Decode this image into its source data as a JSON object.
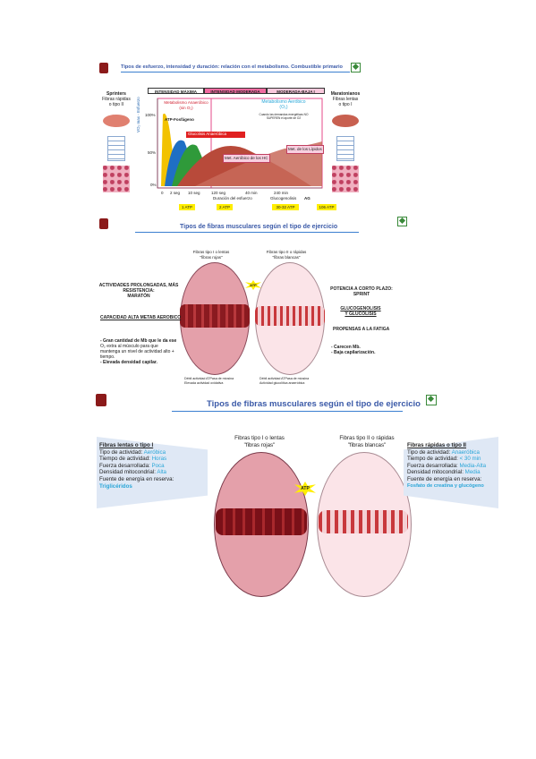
{
  "section1": {
    "title": "Tipos de esfuerzo, intensidad y duración: relación con el metabolismo. Combustible primario",
    "left_label": [
      "Sprinters",
      "Fibras rápidas",
      "o tipo II"
    ],
    "right_label": [
      "Maratonianos",
      "Fibras lentas",
      "o tipo I"
    ],
    "headers": [
      "INTENSIDAD MÁXIMA",
      "INTENSIDAD MODERADA",
      "MODERADA-BAJA I"
    ],
    "anaerobic": [
      "Metabolismo Anaeróbico",
      "(sin O₂)"
    ],
    "aerobic": [
      "Metabolismo Aeróbico",
      "(O₂)"
    ],
    "aerobic_note": "Cuando las demandas energéticas NO SUPEREN el aporte de O2",
    "atp_fosfageno": "ATP-Fosfágeno",
    "glucolisis": "Glucolisis Anaeróbica",
    "met_lipidos": "Met. de los Lípidos",
    "met_hc": "Met. Aeróbico de los HC",
    "y_axis": "VO₂ max - Esfuerzo",
    "y_ticks": [
      "100%",
      "50%",
      "0%"
    ],
    "x_ticks": [
      "0",
      "2 seg",
      "10 seg",
      "120 seg",
      "40 min",
      "240 min"
    ],
    "x_label": "Duración del esfuerzo",
    "glucogenolisis": "Glucogenolisis",
    "ag": "AG",
    "atp_boxes": [
      "1 ATP",
      "2 ATP",
      "30-32 ATP",
      "106 ATP"
    ]
  },
  "section2": {
    "title": "Tipos de fibras musculares según el tipo de ejercicio",
    "fiber1_label": [
      "Fibras tipo I o lentas",
      "\"fibras rojas\""
    ],
    "fiber2_label": [
      "Fibras tipo II o rápidas",
      "\"fibras blancas\""
    ],
    "atp": "ATP",
    "left_heading": [
      "ACTIVIDADES PROLONGADAS, MÁS",
      "RESISTENCIA:",
      "MARATÓN"
    ],
    "left_capacity": "CAPACIDAD ALTA METAB AEROBICO",
    "left_bullets": [
      "- Gran cantidad de Mb que le da ese",
      "O₂ extra al músculo para que",
      "mantenga un nivel de actividad alto +",
      "tiempo.",
      "- Elevada densidad capilar."
    ],
    "right_heading": [
      "POTENCIA A CORTO PLAZO:",
      "SPRINT"
    ],
    "right_glyco": [
      "GLUCOGENOLISIS",
      "Y GLUCOLISIS"
    ],
    "right_fatigue": "PROPENSAS A LA FATIGA",
    "right_bullets": [
      "- Carecen Mb.",
      "- Baja capilarización."
    ],
    "caption1": [
      "Débil actividad ATPasa de miosina",
      "Elevada actividad oxidativa"
    ],
    "caption2": [
      "Débil actividad ATPasa de miosina",
      "Actividad glucolítica anaeróbica"
    ]
  },
  "section3": {
    "title": "Tipos de fibras musculares según el tipo de ejercicio",
    "fiber1_label": [
      "Fibras tipo I o lentas",
      "\"fibras rojas\""
    ],
    "fiber2_label": [
      "Fibras tipo II o rápidas",
      "\"fibras blancas\""
    ],
    "atp": "ATP",
    "left_panel": {
      "heading": "Fibras lentas o tipo I",
      "rows": [
        {
          "k": "Tipo de actividad: ",
          "v": "Aeróbica"
        },
        {
          "k": "Tiempo de actividad: ",
          "v": "Horas"
        },
        {
          "k": "Fuerza desarrollada: ",
          "v": "Poca"
        },
        {
          "k": "Densidad mitocondrial: ",
          "v": "Alta"
        },
        {
          "k": "Fuente de energía en reserva:",
          "v": ""
        }
      ],
      "reserve": "Triglicéridos"
    },
    "right_panel": {
      "heading": "Fibras rápidas o tipo II",
      "rows": [
        {
          "k": "Tipo de actividad: ",
          "v": "Anaeróbica"
        },
        {
          "k": "Tiempo de actividad: ",
          "v": "< 30 min"
        },
        {
          "k": "Fuerza desarrollada: ",
          "v": "Media-Alta"
        },
        {
          "k": "Densidad mitocondrial: ",
          "v": "Media"
        },
        {
          "k": "Fuente de energía en reserva:",
          "v": ""
        }
      ],
      "reserve": "Fosfato de creatina y glucógeno"
    }
  },
  "colors": {
    "accent": "#3b5aa8",
    "highlight": "#2aa6d8",
    "pink": "#e64a8a",
    "red_fiber": "#d88a96"
  }
}
